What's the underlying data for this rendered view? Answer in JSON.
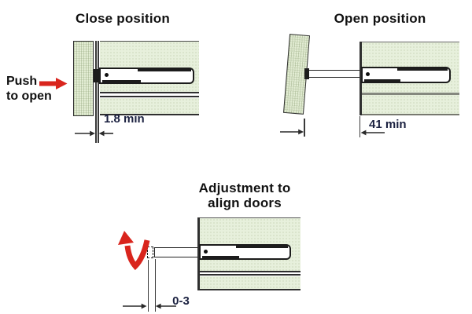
{
  "colors": {
    "accent_red": "#d9251d",
    "panel_fill": "#e7f0dc",
    "door_fill": "#e3edd4",
    "line_dark": "#2f2f2f",
    "line_gray": "#85887e",
    "text_primary": "#111111",
    "dimension_text": "#1b2140"
  },
  "figures": {
    "close": {
      "title": "Close position",
      "push_label_line1": "Push",
      "push_label_line2": "to open",
      "dimension": "1.8 min"
    },
    "open": {
      "title": "Open position",
      "dimension": "41 min"
    },
    "adjustment": {
      "title_line1": "Adjustment to",
      "title_line2": "align doors",
      "dimension": "0-3"
    }
  }
}
